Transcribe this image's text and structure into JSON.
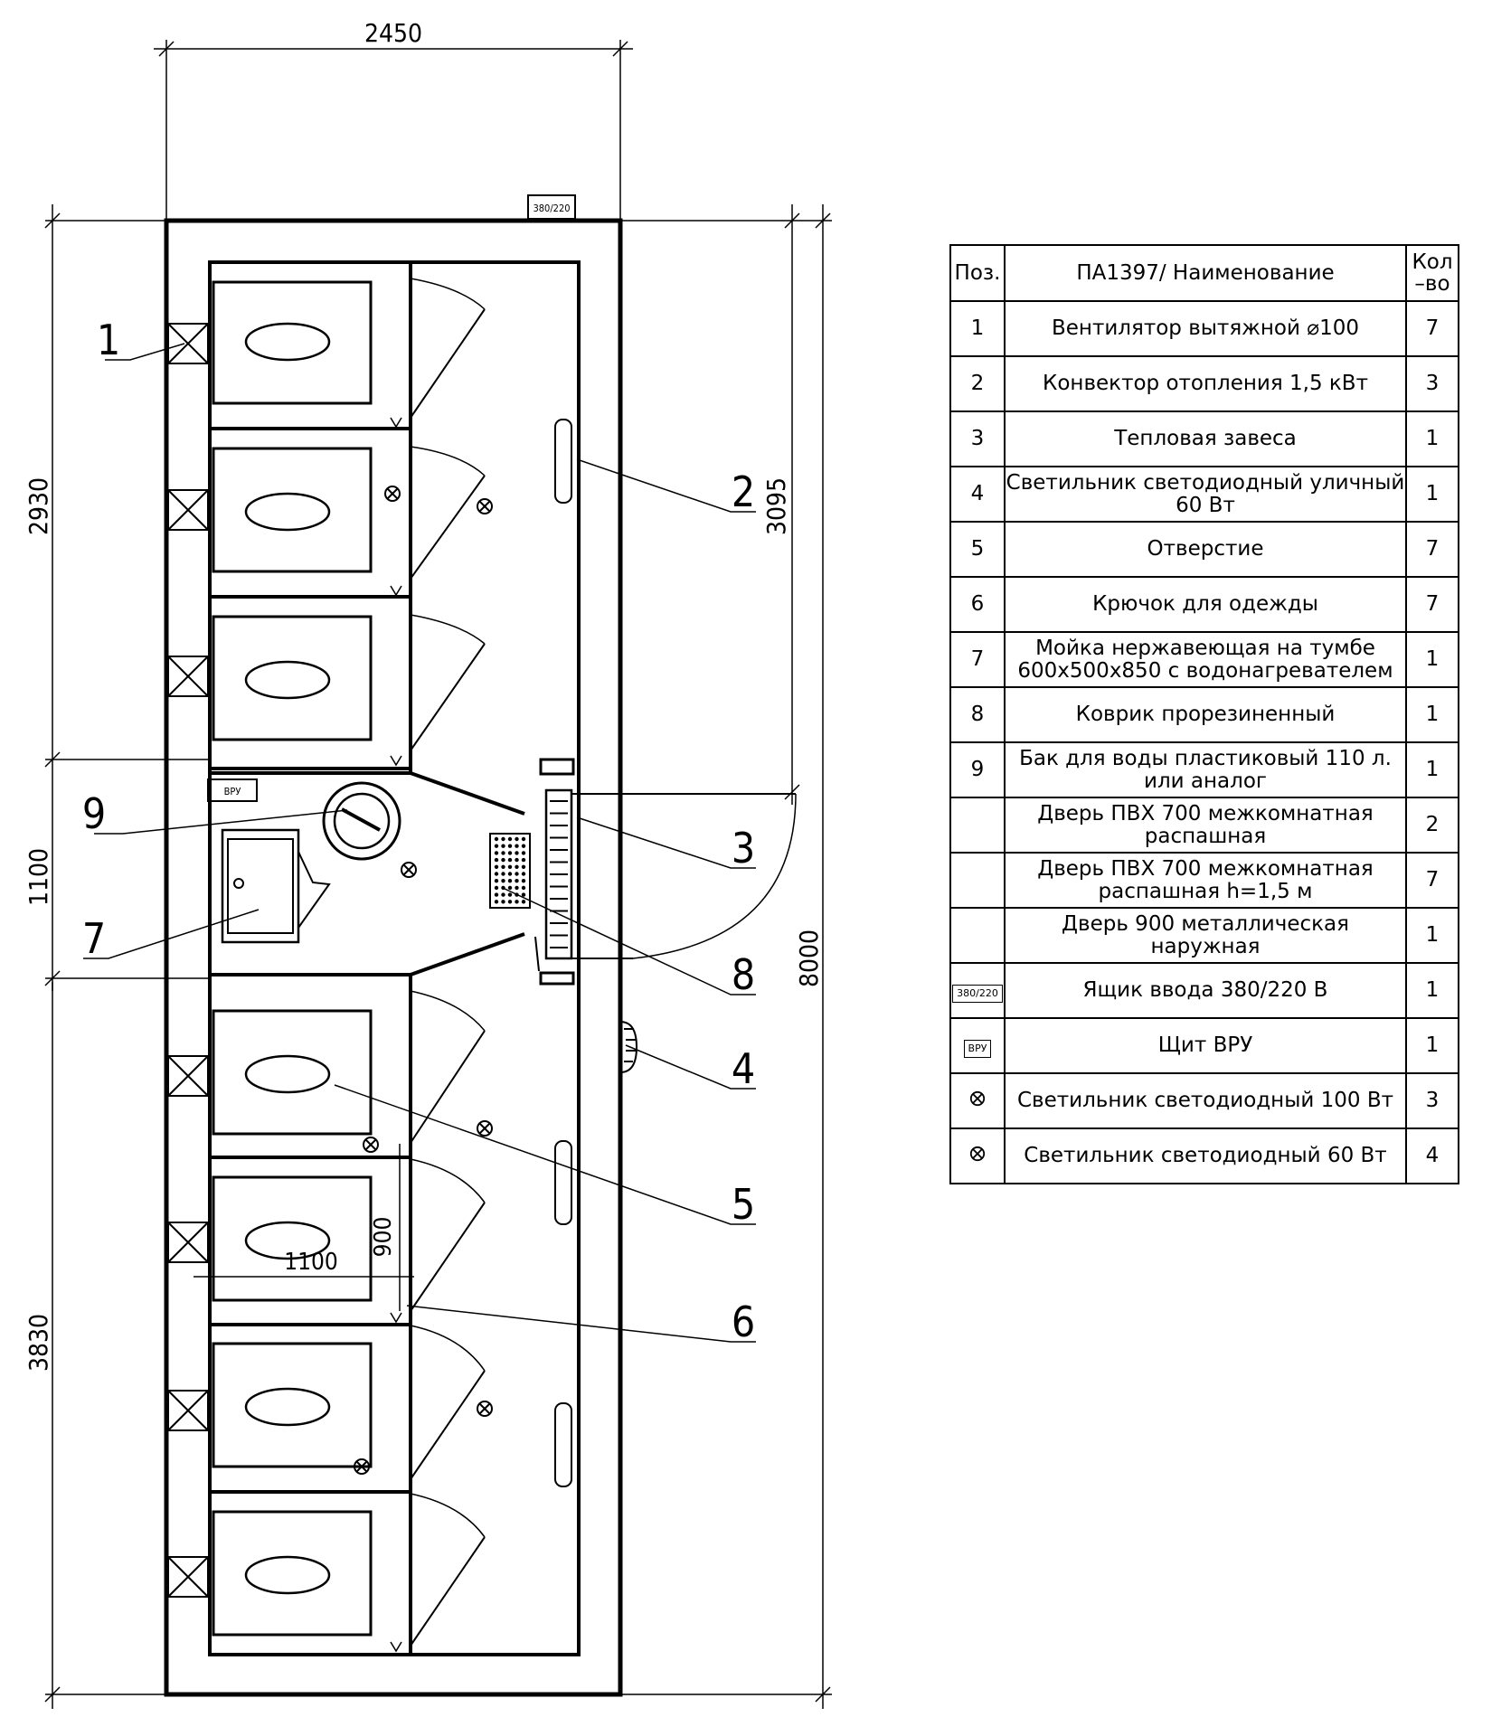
{
  "drawing": {
    "dim_width": "2450",
    "dim_left_top": "2930",
    "dim_left_mid": "1100",
    "dim_left_bottom": "3830",
    "dim_right_upper": "3095",
    "dim_right_total": "8000",
    "dim_booth_width": "1100",
    "dim_door_width": "900",
    "tag_input_box": "380/220",
    "tag_panel": "ВРУ",
    "callouts": [
      "1",
      "2",
      "3",
      "4",
      "5",
      "6",
      "7",
      "8",
      "9"
    ]
  },
  "spec_table": {
    "header": {
      "pos": "Поз.",
      "name": "ПА1397/ Наименование",
      "qty": "Кол –во"
    },
    "rows": [
      {
        "pos": "1",
        "name": "Вентилятор вытяжной ⌀100",
        "qty": "7"
      },
      {
        "pos": "2",
        "name": "Конвектор отопления 1,5 кВт",
        "qty": "3"
      },
      {
        "pos": "3",
        "name": "Тепловая завеса",
        "qty": "1"
      },
      {
        "pos": "4",
        "name": "Светильник светодиодный уличный 60 Вт",
        "qty": "1"
      },
      {
        "pos": "5",
        "name": "Отверстие",
        "qty": "7"
      },
      {
        "pos": "6",
        "name": "Крючок для одежды",
        "qty": "7"
      },
      {
        "pos": "7",
        "name": "Мойка нержавеющая на тумбе 600х500х850 с водонагревателем",
        "qty": "1"
      },
      {
        "pos": "8",
        "name": "Коврик прорезиненный",
        "qty": "1"
      },
      {
        "pos": "9",
        "name": "Бак для воды пластиковый 110 л. или аналог",
        "qty": "1"
      },
      {
        "pos": "",
        "name": "Дверь ПВХ 700 межкомнатная распашная",
        "qty": "2"
      },
      {
        "pos": "",
        "name": "Дверь ПВХ 700 межкомнатная распашная h=1,5 м",
        "qty": "7"
      },
      {
        "pos": "",
        "name": "Дверь 900 металлическая наружная",
        "qty": "1"
      },
      {
        "pos": "380/220",
        "pos_type": "box",
        "name": "Ящик ввода 380/220 В",
        "qty": "1"
      },
      {
        "pos": "ВРУ",
        "pos_type": "box",
        "name": "Щит ВРУ",
        "qty": "1"
      },
      {
        "pos": "",
        "pos_type": "lamp-icon",
        "name": "Светильник светодиодный 100 Вт",
        "qty": "3"
      },
      {
        "pos": "",
        "pos_type": "lamp-icon",
        "name": "Светильник светодиодный 60 Вт",
        "qty": "4"
      }
    ]
  }
}
